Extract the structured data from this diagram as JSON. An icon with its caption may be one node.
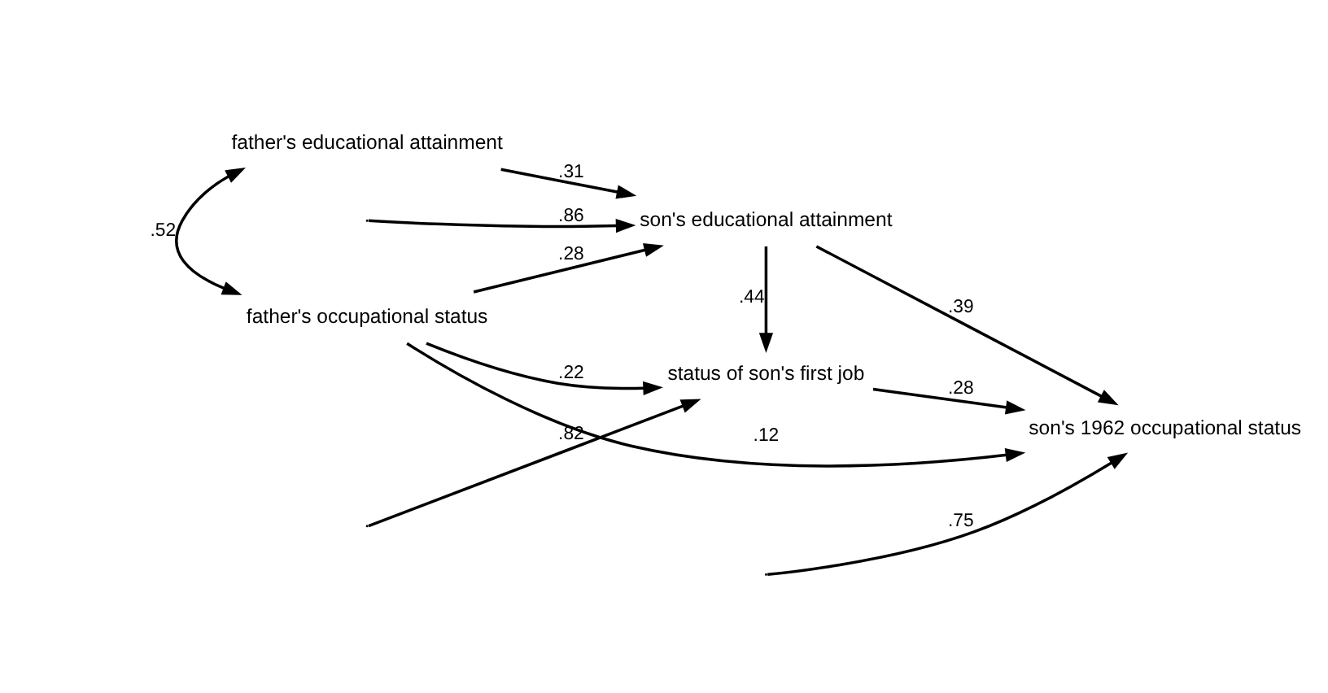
{
  "diagram": {
    "nodes": [
      {
        "text": [
          "father's educational attainment"
        ]
      },
      {
        "text": [
          "father's occupational status"
        ]
      },
      {
        "text": [
          "son's educational attainment"
        ]
      },
      {
        "text": [
          "status of son's first job"
        ]
      },
      {
        "text": [
          "son's 1962 occupational status"
        ]
      }
    ],
    "edges": [
      {
        "from": 0,
        "to": 1,
        "arrow": "both",
        "label": ".52"
      },
      {
        "from": 0,
        "to": 2,
        "arrow": "to",
        "label": ".31"
      },
      {
        "from": 1,
        "to": 2,
        "arrow": "to",
        "label": ".28"
      },
      {
        "from": 1,
        "to": 4,
        "arrow": "to",
        "label": ".12"
      },
      {
        "from": 1,
        "to": 3,
        "arrow": "to",
        "label": ".22"
      },
      {
        "from": 2,
        "to": 4,
        "arrow": "to",
        "label": ".39"
      },
      {
        "from": 2,
        "to": 3,
        "arrow": "to",
        "label": ".44"
      },
      {
        "from": 3,
        "to": 4,
        "arrow": "to",
        "label": ".28"
      },
      {
        "from": null,
        "to": 2,
        "arrow": "to",
        "label": ".86"
      },
      {
        "from": null,
        "to": 4,
        "arrow": "to",
        "label": ".75"
      },
      {
        "from": null,
        "to": 3,
        "arrow": "to",
        "label": ".82"
      }
    ]
  }
}
